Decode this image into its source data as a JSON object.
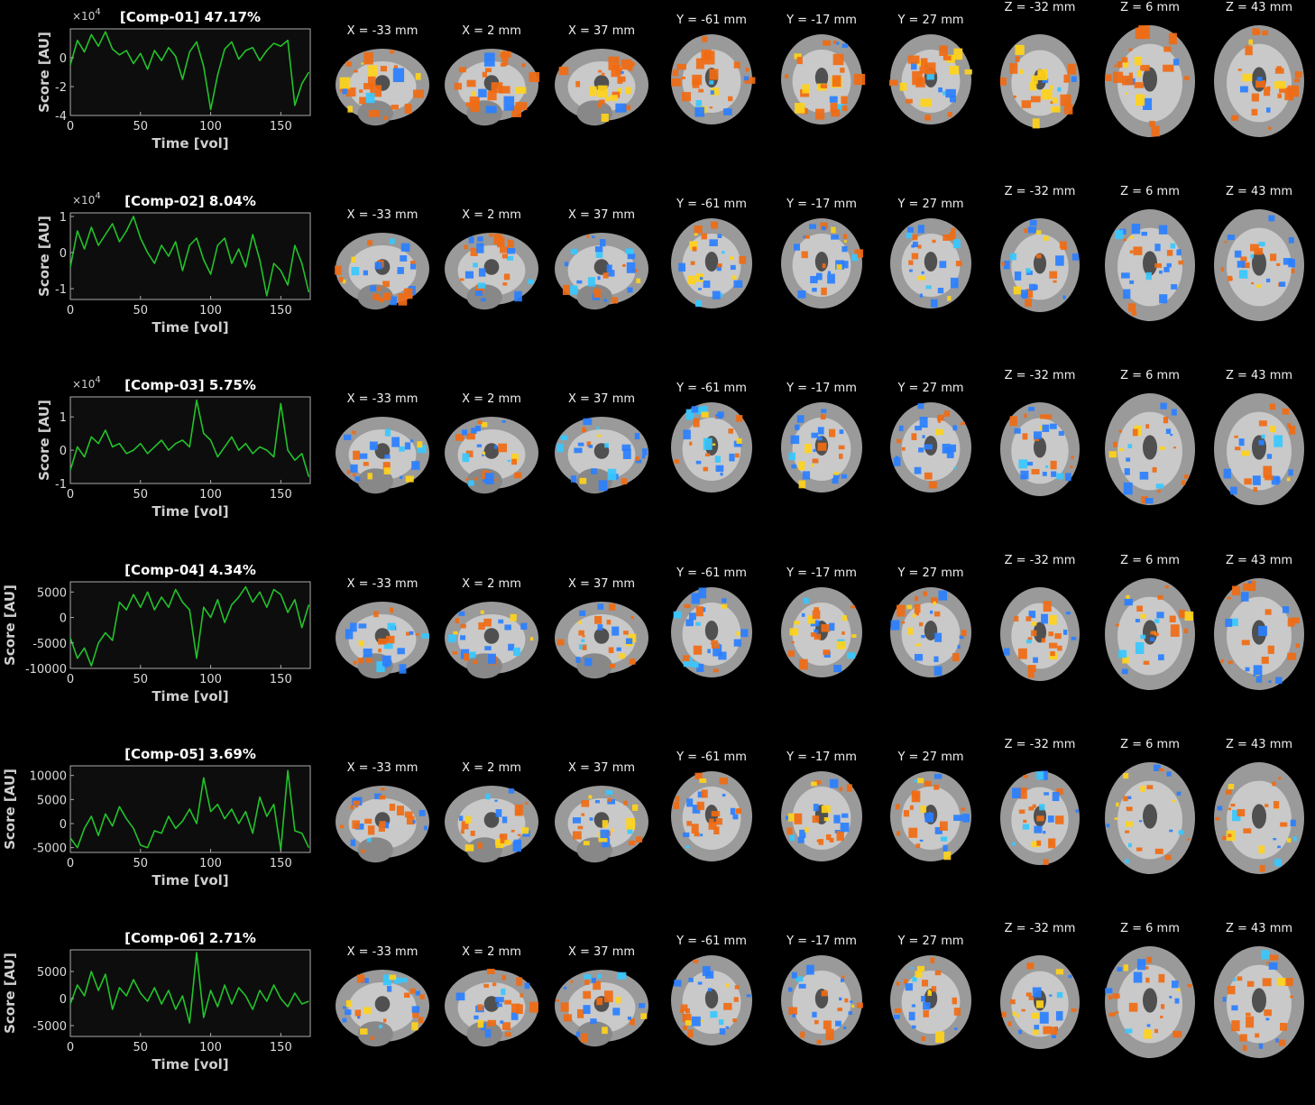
{
  "chart_data": [
    {
      "type": "line",
      "title": "[Comp-01] 47.17%",
      "xlabel": "Time [vol]",
      "ylabel": "Score [AU]",
      "xlim": [
        0,
        171
      ],
      "ylim": [
        -4,
        2
      ],
      "yscale_label": "×10",
      "yscale_exp": "4",
      "xticks": [
        "0",
        "50",
        "100",
        "150"
      ],
      "yticks": [
        "-4",
        "-2",
        "0"
      ],
      "ytick_values": [
        -4,
        -2,
        0
      ],
      "grid": false,
      "line_color": "#22c32a",
      "x": [
        0,
        5,
        10,
        15,
        20,
        25,
        30,
        35,
        40,
        45,
        50,
        55,
        60,
        65,
        70,
        75,
        80,
        85,
        90,
        95,
        100,
        105,
        110,
        115,
        120,
        125,
        130,
        135,
        140,
        145,
        150,
        155,
        160,
        165,
        170
      ],
      "values": [
        -0.5,
        1.2,
        0.4,
        1.6,
        0.8,
        1.8,
        0.6,
        0.2,
        0.5,
        -0.4,
        0.3,
        -0.8,
        0.5,
        -0.2,
        0.7,
        0.1,
        -1.5,
        0.4,
        1.1,
        -0.6,
        -3.6,
        -1.2,
        0.6,
        1.1,
        -0.1,
        0.5,
        0.7,
        -0.2,
        0.5,
        1.0,
        0.8,
        1.2,
        -3.3,
        -1.8,
        -1.0
      ]
    },
    {
      "type": "line",
      "title": "[Comp-02] 8.04%",
      "xlabel": "Time [vol]",
      "ylabel": "Score [AU]",
      "xlim": [
        0,
        171
      ],
      "ylim": [
        -1.3,
        1.1
      ],
      "yscale_label": "×10",
      "yscale_exp": "4",
      "xticks": [
        "0",
        "50",
        "100",
        "150"
      ],
      "yticks": [
        "-1",
        "0",
        "1"
      ],
      "ytick_values": [
        -1,
        0,
        1
      ],
      "grid": false,
      "line_color": "#22c32a",
      "x": [
        0,
        5,
        10,
        15,
        20,
        25,
        30,
        35,
        40,
        45,
        50,
        55,
        60,
        65,
        70,
        75,
        80,
        85,
        90,
        95,
        100,
        105,
        110,
        115,
        120,
        125,
        130,
        135,
        140,
        145,
        150,
        155,
        160,
        165,
        170
      ],
      "values": [
        -0.4,
        0.6,
        0.1,
        0.7,
        0.2,
        0.5,
        0.8,
        0.3,
        0.6,
        1.0,
        0.4,
        0.0,
        -0.3,
        0.2,
        -0.1,
        0.3,
        -0.5,
        0.2,
        0.4,
        -0.2,
        -0.6,
        0.2,
        0.4,
        -0.3,
        0.1,
        -0.4,
        0.5,
        -0.2,
        -1.2,
        -0.3,
        -0.5,
        -0.9,
        0.2,
        -0.3,
        -1.1
      ]
    },
    {
      "type": "line",
      "title": "[Comp-03] 5.75%",
      "xlabel": "Time [vol]",
      "ylabel": "Score [AU]",
      "xlim": [
        0,
        171
      ],
      "ylim": [
        -1,
        1.6
      ],
      "yscale_label": "×10",
      "yscale_exp": "4",
      "xticks": [
        "0",
        "50",
        "100",
        "150"
      ],
      "yticks": [
        "-1",
        "0",
        "1"
      ],
      "ytick_values": [
        -1,
        0,
        1
      ],
      "grid": false,
      "line_color": "#22c32a",
      "x": [
        0,
        5,
        10,
        15,
        20,
        25,
        30,
        35,
        40,
        45,
        50,
        55,
        60,
        65,
        70,
        75,
        80,
        85,
        90,
        95,
        100,
        105,
        110,
        115,
        120,
        125,
        130,
        135,
        140,
        145,
        150,
        155,
        160,
        165,
        170
      ],
      "values": [
        -0.6,
        0.1,
        -0.2,
        0.4,
        0.2,
        0.6,
        0.1,
        0.2,
        -0.1,
        0.0,
        0.2,
        -0.1,
        0.1,
        0.3,
        0.0,
        0.2,
        0.3,
        0.1,
        1.5,
        0.5,
        0.3,
        -0.2,
        0.1,
        0.4,
        0.0,
        0.2,
        -0.1,
        0.1,
        0.0,
        -0.2,
        1.4,
        0.0,
        -0.3,
        -0.1,
        -0.8
      ]
    },
    {
      "type": "line",
      "title": "[Comp-04] 4.34%",
      "xlabel": "Time [vol]",
      "ylabel": "Score [AU]",
      "xlim": [
        0,
        171
      ],
      "ylim": [
        -10000,
        7000
      ],
      "yscale_label": "",
      "yscale_exp": "",
      "xticks": [
        "0",
        "50",
        "100",
        "150"
      ],
      "yticks": [
        "-10000",
        "-5000",
        "0",
        "5000"
      ],
      "ytick_values": [
        -10000,
        -5000,
        0,
        5000
      ],
      "grid": false,
      "line_color": "#22c32a",
      "x": [
        0,
        5,
        10,
        15,
        20,
        25,
        30,
        35,
        40,
        45,
        50,
        55,
        60,
        65,
        70,
        75,
        80,
        85,
        90,
        95,
        100,
        105,
        110,
        115,
        120,
        125,
        130,
        135,
        140,
        145,
        150,
        155,
        160,
        165,
        170
      ],
      "values": [
        -4000,
        -8000,
        -6000,
        -9500,
        -5000,
        -3000,
        -4500,
        3000,
        1500,
        4500,
        2000,
        5000,
        1500,
        4000,
        2000,
        5500,
        3000,
        1500,
        -8000,
        2000,
        0,
        3500,
        -1000,
        2500,
        4000,
        6000,
        3000,
        5000,
        2000,
        5500,
        4500,
        1000,
        3500,
        -2000,
        2500
      ]
    },
    {
      "type": "line",
      "title": "[Comp-05] 3.69%",
      "xlabel": "Time [vol]",
      "ylabel": "Score [AU]",
      "xlim": [
        0,
        171
      ],
      "ylim": [
        -6000,
        12000
      ],
      "yscale_label": "",
      "yscale_exp": "",
      "xticks": [
        "0",
        "50",
        "100",
        "150"
      ],
      "yticks": [
        "-5000",
        "0",
        "5000",
        "10000"
      ],
      "ytick_values": [
        -5000,
        0,
        5000,
        10000
      ],
      "grid": false,
      "line_color": "#22c32a",
      "x": [
        0,
        5,
        10,
        15,
        20,
        25,
        30,
        35,
        40,
        45,
        50,
        55,
        60,
        65,
        70,
        75,
        80,
        85,
        90,
        95,
        100,
        105,
        110,
        115,
        120,
        125,
        130,
        135,
        140,
        145,
        150,
        155,
        160,
        165,
        170
      ],
      "values": [
        -3000,
        -5000,
        -1000,
        1500,
        -2500,
        2000,
        -500,
        3500,
        1000,
        -1000,
        -4500,
        -5000,
        -1500,
        -2000,
        1500,
        -1000,
        500,
        3000,
        0,
        9500,
        2500,
        4000,
        1000,
        3000,
        0,
        2500,
        -2000,
        5500,
        1500,
        4000,
        -5500,
        11000,
        -1500,
        -2000,
        -5000
      ]
    },
    {
      "type": "line",
      "title": "[Comp-06] 2.71%",
      "xlabel": "Time [vol]",
      "ylabel": "Score [AU]",
      "xlim": [
        0,
        171
      ],
      "ylim": [
        -7000,
        9000
      ],
      "yscale_label": "",
      "yscale_exp": "",
      "xticks": [
        "0",
        "50",
        "100",
        "150"
      ],
      "yticks": [
        "-5000",
        "0",
        "5000"
      ],
      "ytick_values": [
        -5000,
        0,
        5000
      ],
      "grid": false,
      "line_color": "#22c32a",
      "x": [
        0,
        5,
        10,
        15,
        20,
        25,
        30,
        35,
        40,
        45,
        50,
        55,
        60,
        65,
        70,
        75,
        80,
        85,
        90,
        95,
        100,
        105,
        110,
        115,
        120,
        125,
        130,
        135,
        140,
        145,
        150,
        155,
        160,
        165,
        170
      ],
      "values": [
        -1000,
        2500,
        500,
        5000,
        1500,
        4500,
        -2000,
        2000,
        500,
        3500,
        1000,
        -500,
        2000,
        -1000,
        1500,
        -2000,
        500,
        -4500,
        8500,
        -3500,
        1500,
        -1500,
        2500,
        -1000,
        2000,
        500,
        -2000,
        1500,
        -500,
        2500,
        0,
        -1500,
        1000,
        -1000,
        -500
      ]
    }
  ],
  "slice_labels": [
    "X = -33 mm",
    "X = 2 mm",
    "X = 37 mm",
    "Y = -61 mm",
    "Y = -17 mm",
    "Y = 27 mm",
    "Z = -32 mm",
    "Z = 6 mm",
    "Z = 43 mm"
  ],
  "colors": {
    "background": "#000000",
    "plot_bg": "#0d0d0d",
    "axis": "#aaaaaa",
    "positive_map": "#f06b14",
    "positive_peak": "#ffd21a",
    "negative_map": "#2a7fff",
    "negative_peak": "#37c8ff",
    "brain_gray": "#8f8f8f"
  }
}
